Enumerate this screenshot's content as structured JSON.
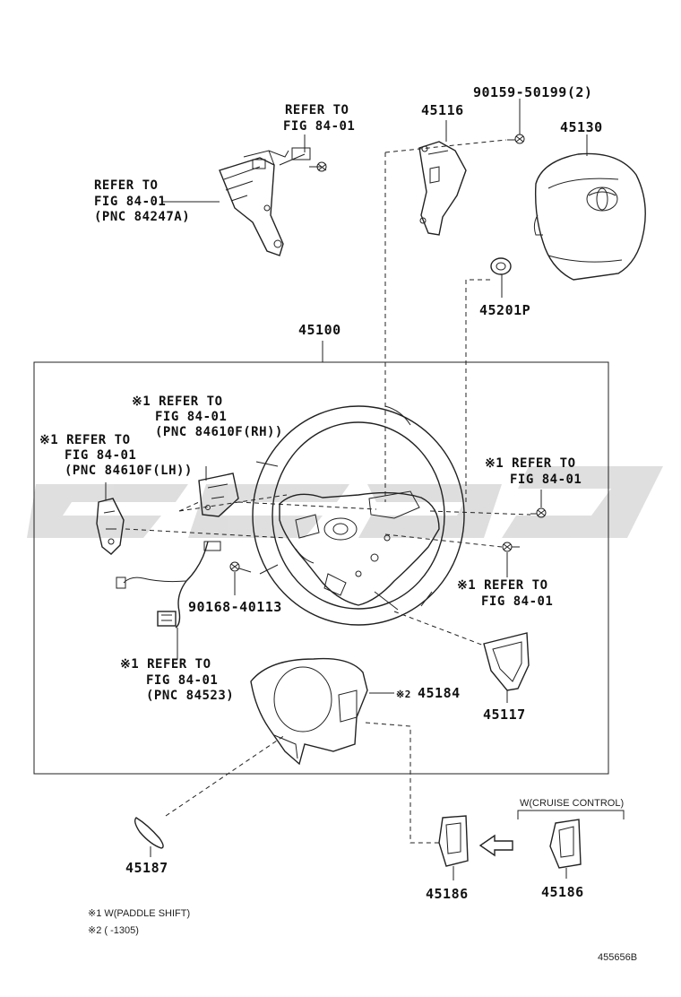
{
  "diagram": {
    "main_assembly": "45100",
    "parts": {
      "p45116": "45116",
      "p45130": "45130",
      "p45201p": "45201P",
      "p45184": "45184",
      "p45117": "45117",
      "p45187": "45187",
      "p45186a": "45186",
      "p45186b": "45186",
      "bolt_top": "90159-50199(2)",
      "bolt_mid": "90168-40113"
    },
    "refs": {
      "top_refer": "REFER TO",
      "top_fig": "FIG 84-01",
      "left_refer": "REFER TO",
      "left_fig": "FIG 84-01",
      "left_pnc": "(PNC 84247A)",
      "rh_refer": "※1 REFER TO",
      "rh_fig": "FIG 84-01",
      "rh_pnc": "(PNC 84610F(RH))",
      "lh_refer": "※1 REFER TO",
      "lh_fig": "FIG 84-01",
      "lh_pnc": "(PNC 84610F(LH))",
      "right_refer": "※1 REFER TO",
      "right_fig": "FIG 84-01",
      "rmid_refer": "※1 REFER TO",
      "rmid_fig": "FIG 84-01",
      "bot_refer": "※1 REFER TO",
      "bot_fig": "FIG 84-01",
      "bot_pnc": "(PNC 84523)",
      "mark2": "※2"
    },
    "cruise_label": "W(CRUISE CONTROL)",
    "footnote1": "※1 W(PADDLE SHIFT)",
    "footnote2": "※2 (      -1305)",
    "figure_id": "455656B"
  },
  "colors": {
    "line": "#222222",
    "watermark": "#d4d4d4"
  }
}
